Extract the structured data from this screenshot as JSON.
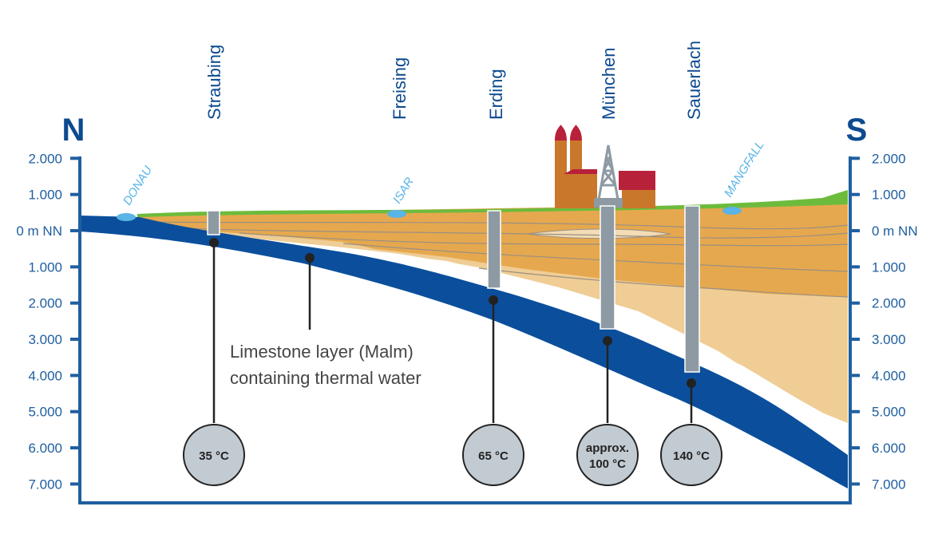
{
  "compass": {
    "north": "N",
    "south": "S"
  },
  "depth_scale": {
    "labels": [
      "2.000",
      "1.000",
      "0 m NN",
      "1.000",
      "2.000",
      "3.000",
      "4.000",
      "5.000",
      "6.000",
      "7.000"
    ],
    "values": [
      2000,
      1000,
      0,
      -1000,
      -2000,
      -3000,
      -4000,
      -5000,
      -6000,
      -7000
    ],
    "unit": "m NN"
  },
  "towns": [
    {
      "name": "Straubing"
    },
    {
      "name": "Freising"
    },
    {
      "name": "Erding"
    },
    {
      "name": "München"
    },
    {
      "name": "Sauerlach"
    }
  ],
  "rivers": [
    {
      "name": "DONAU"
    },
    {
      "name": "ISAR"
    },
    {
      "name": "MANGFALL"
    }
  ],
  "callout": {
    "line1": "Limestone layer (Malm)",
    "line2": "containing thermal water"
  },
  "temperatures": [
    {
      "line1": "35 °C",
      "line2": ""
    },
    {
      "line1": "65 °C",
      "line2": ""
    },
    {
      "line1": "approx.",
      "line2": "100 °C"
    },
    {
      "line1": "140 °C",
      "line2": ""
    }
  ],
  "colors": {
    "malm_limestone": "#0b4f9c",
    "sediment_dark": "#e6a84e",
    "sediment_light": "#efcd95",
    "surface": "#6dbb3c",
    "water": "#5ab4e6",
    "boreholes": "#8e9aa3",
    "axis": "#1f5fa0",
    "church": "#c9772a",
    "roofs": "#b8213a"
  }
}
